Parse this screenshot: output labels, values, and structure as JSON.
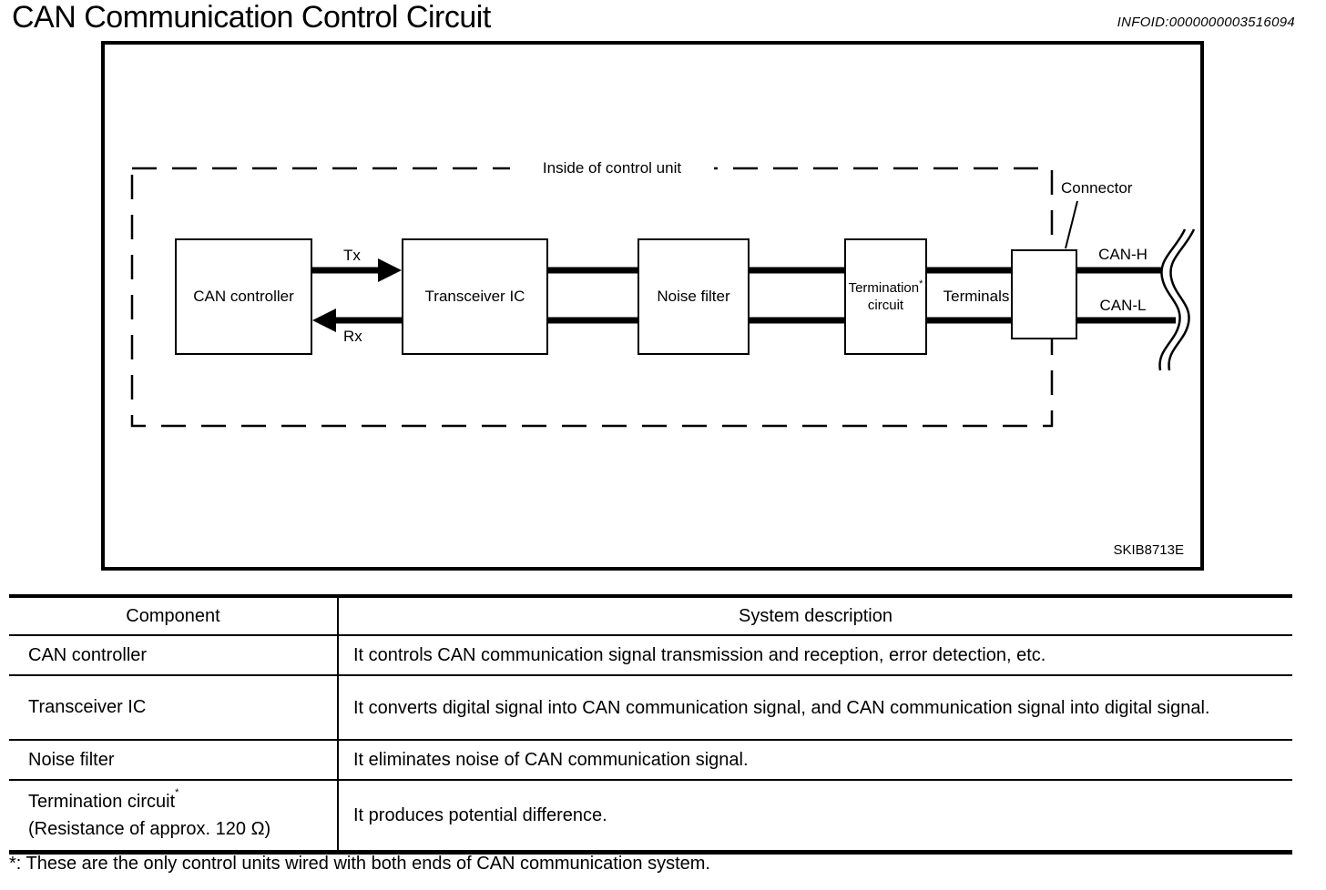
{
  "page": {
    "title": "CAN Communication Control Circuit",
    "infoid": "INFOID:0000000003516094",
    "footnote": "*: These are the only control units wired with both ends of CAN communication system."
  },
  "diagram": {
    "boundary_label": "Inside of control unit",
    "figure_code": "SKIB8713E",
    "blocks": {
      "can_controller": "CAN controller",
      "transceiver_ic": "Transceiver IC",
      "noise_filter": "Noise filter",
      "termination_line1": "Termination",
      "termination_sup": "*",
      "termination_line2": "circuit"
    },
    "labels": {
      "tx": "Tx",
      "rx": "Rx",
      "terminals": "Terminals",
      "connector": "Connector",
      "can_h": "CAN-H",
      "can_l": "CAN-L"
    }
  },
  "table": {
    "headers": {
      "component": "Component",
      "description": "System description"
    },
    "rows": [
      {
        "component": "CAN controller",
        "description": "It controls CAN communication signal transmission and reception, error detection, etc."
      },
      {
        "component": "Transceiver IC",
        "description": "It converts digital signal into CAN communication signal, and CAN communication signal into digital signal."
      },
      {
        "component": "Noise filter",
        "description": "It eliminates noise of CAN communication signal."
      },
      {
        "component_line1": "Termination circuit",
        "component_sup": "*",
        "component_line2": "(Resistance of approx. 120 Ω)",
        "description": "It produces potential difference."
      }
    ]
  },
  "colors": {
    "ink": "#000000",
    "paper": "#ffffff"
  }
}
